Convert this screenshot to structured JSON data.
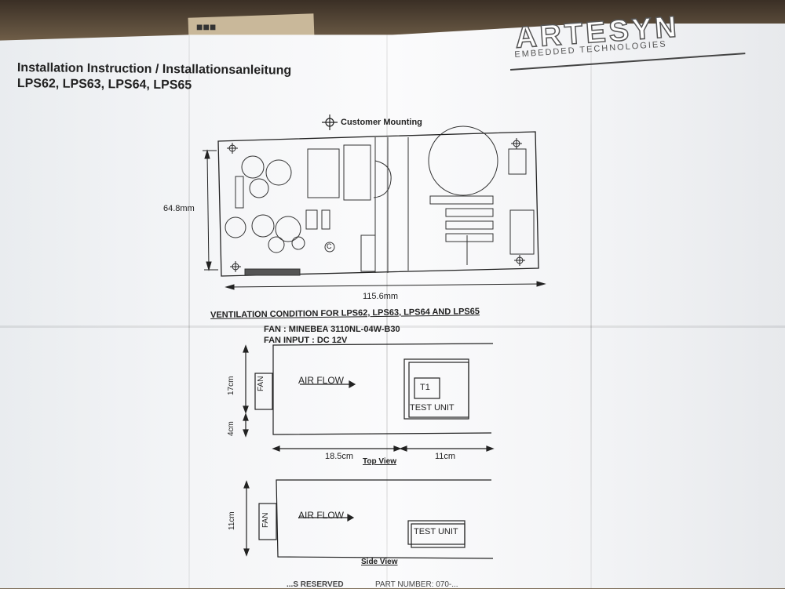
{
  "box": {
    "label": "■■■"
  },
  "header": {
    "brand": "ARTESYN",
    "brand_sub": "EMBEDDED TECHNOLOGIES",
    "title_line1": "Installation Instruction / Installationsanleitung",
    "title_line2": "LPS62, LPS63, LPS64, LPS65"
  },
  "mounting": {
    "legend": "Customer Mounting",
    "height_dim": "64.8mm",
    "width_dim": "115.6mm",
    "pcb_marker": "C"
  },
  "ventilation": {
    "heading": "VENTILATION CONDITION FOR LPS62, LPS63, LPS64 AND LPS65",
    "fan_model": "FAN : MINEBEA 3110NL-04W-B30",
    "fan_input": "FAN INPUT : DC 12V"
  },
  "top_view": {
    "fan_label": "FAN",
    "airflow_label": "AIR FLOW",
    "t1_label": "T1",
    "test_unit_label": "TEST UNIT",
    "dim_height": "17cm",
    "dim_offset": "4cm",
    "dim_width_left": "18.5cm",
    "dim_width_right": "11cm",
    "caption": "Top View"
  },
  "side_view": {
    "fan_label": "FAN",
    "airflow_label": "AIR FLOW",
    "test_unit_label": "TEST UNIT",
    "dim_height": "11cm",
    "caption": "Side View"
  },
  "footer": {
    "rights": "...S RESERVED",
    "part_number": "PART NUMBER:  070-..."
  }
}
